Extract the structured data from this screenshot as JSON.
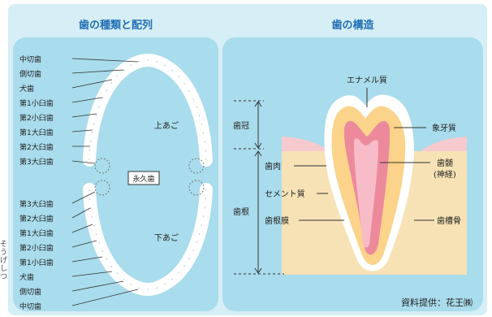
{
  "left_panel": {
    "title": "歯の種類と配列",
    "upper_jaw": "上あご",
    "lower_jaw": "下あご",
    "permanent_teeth": "永久歯",
    "upper_labels": [
      "中切歯",
      "側切歯",
      "犬歯",
      "第1小臼歯",
      "第2小臼歯",
      "第1大臼歯",
      "第2大臼歯",
      "第3大臼歯"
    ],
    "lower_labels": [
      "第3大臼歯",
      "第2大臼歯",
      "第1大臼歯",
      "第2小臼歯",
      "第1小臼歯",
      "犬歯",
      "側切歯",
      "中切歯"
    ]
  },
  "right_panel": {
    "title": "歯の構造",
    "labels": {
      "enamel": "エナメル質",
      "dentin": "象牙質",
      "pulp": "歯髄",
      "pulp_sub": "(神経)",
      "gum": "歯肉",
      "cementum": "セメント質",
      "periodontal_ligament": "歯根膜",
      "alveolar_bone": "歯槽骨",
      "crown": "歯冠",
      "root": "歯根"
    },
    "credit": "資料提供：花王㈱"
  },
  "margin_text": [
    "そ",
    "う",
    "げ",
    "し",
    "つ"
  ],
  "colors": {
    "frame": "#d6eef5",
    "panel": "#a9dcec",
    "title": "#1f6fb4",
    "bone": "#f6e2b4",
    "gum": "#f6c9cf",
    "dentin": "#fbd38a",
    "pulp": "#ec8a9c",
    "enamel": "#ffffff"
  }
}
